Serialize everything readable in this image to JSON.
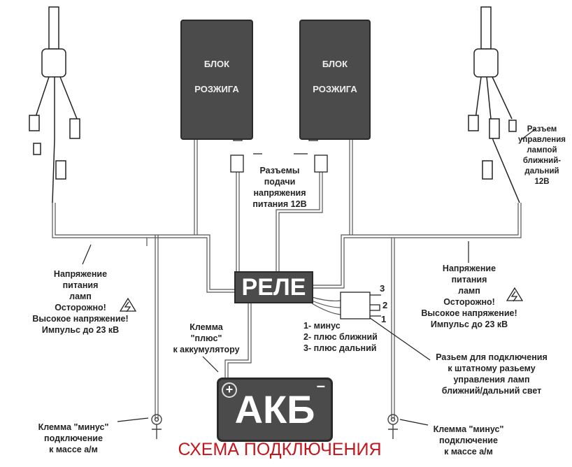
{
  "title": "СХЕМА ПОДКЛЮЧЕНИЯ",
  "ignition_blocks": [
    {
      "line1": "БЛОК",
      "line2": "РОЗЖИГА"
    },
    {
      "line1": "БЛОК",
      "line2": "РОЗЖИГА"
    }
  ],
  "relay_label": "РЕЛЕ",
  "battery": {
    "label": "АКБ",
    "plus": "+",
    "minus": "–"
  },
  "power_connectors_label": [
    "Разъемы",
    "подачи",
    "напряжения",
    "питания 12В"
  ],
  "lamp_control_label": [
    "Разъем",
    "управления",
    "лампой",
    "ближний-",
    "дальний",
    "12В"
  ],
  "lamp_voltage_left": [
    "Напряжение",
    "питания",
    "ламп",
    "Осторожно!",
    "Высокое напряжение!",
    "Импульс до 23 кВ"
  ],
  "lamp_voltage_right": [
    "Напряжение",
    "питания",
    "ламп",
    "Осторожно!",
    "Высокое напряжение!",
    "Импульс до 23 кВ"
  ],
  "plus_terminal_label": [
    "Клемма",
    "\"плюс\"",
    "к аккумулятору"
  ],
  "minus_terminal_left": [
    "Клемма \"минус\"",
    "подключение",
    "к массе а/м"
  ],
  "minus_terminal_right": [
    "Клемма \"минус\"",
    "подключение",
    "к массе а/м"
  ],
  "pin_numbers": [
    "3",
    "2",
    "1"
  ],
  "pin_legend": [
    "1- минус",
    "2- плюс ближний",
    "3- плюс дальний"
  ],
  "connector_label": [
    "Разьем для подключения",
    "к штатному разьему",
    "управления ламп",
    "ближний/дальний свет"
  ],
  "colors": {
    "block": "#4b4b4b",
    "title": "#c4161c",
    "wire": "#555555"
  }
}
